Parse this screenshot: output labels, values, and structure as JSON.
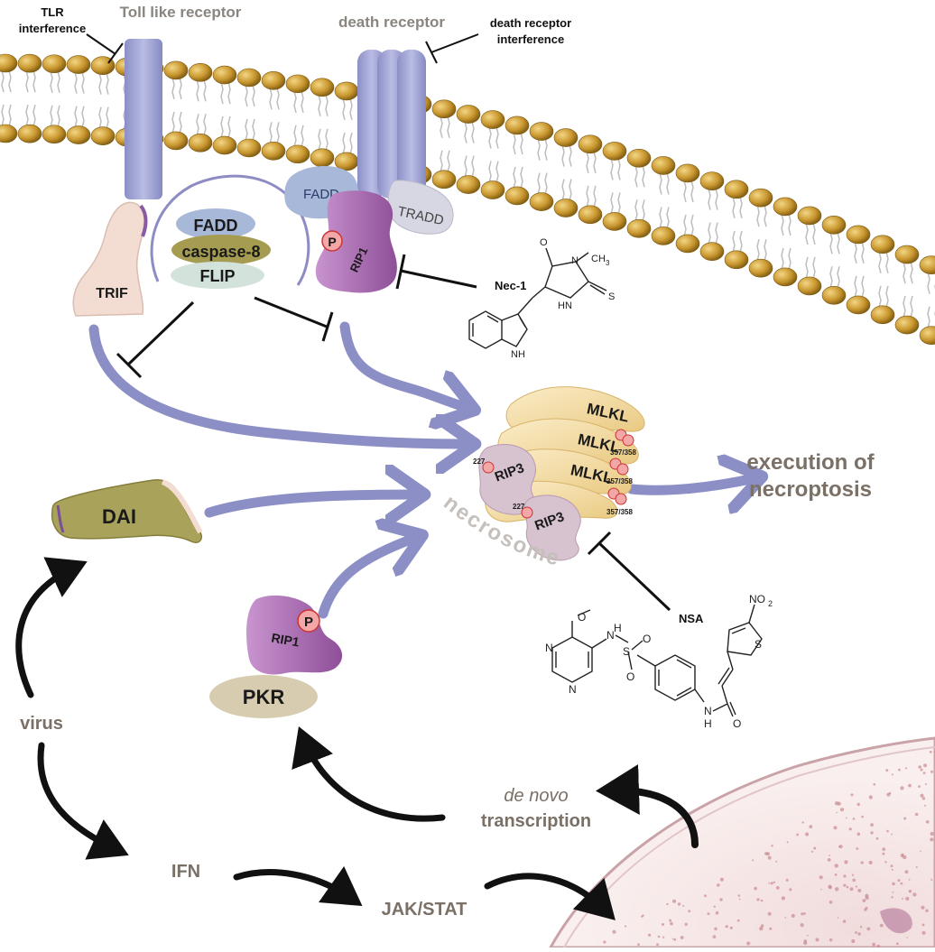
{
  "diagram": {
    "receptors": {
      "tlr": "Toll like receptor",
      "death": "death receptor"
    },
    "interference": {
      "tlr": [
        "TLR",
        "interference"
      ],
      "death": [
        "death receptor",
        "interference"
      ]
    },
    "proteins": {
      "trif": "TRIF",
      "fadd_complex": "FADD",
      "caspase8": "caspase-8",
      "flip": "FLIP",
      "fadd": "FADD",
      "tradd": "TRADD",
      "rip1_top": "RIP1",
      "rip1_bottom": "RIP1",
      "pkr": "PKR",
      "dai": "DAI",
      "mlkl_1": "MLKL",
      "mlkl_2": "MLKL",
      "mlkl_3": "MLKL",
      "rip3_1": "RIP3",
      "rip3_2": "RIP3"
    },
    "phospho": {
      "symbol": "P",
      "mlkl_site": "357/358",
      "rip3_site": "227"
    },
    "inhibitors": {
      "nec1": "Nec-1",
      "nsa": "NSA"
    },
    "chem_nec1": {
      "ch3": "CH",
      "ch3_sub": "3",
      "n1": "N",
      "hn": "HN",
      "o": "O",
      "s": "S",
      "nh": "NH"
    },
    "chem_nsa": {
      "no2": "NO",
      "no2_sub": "2",
      "s_thio": "S",
      "nh_sulf": "N",
      "h_sulf": "H",
      "s_sulf": "S",
      "o1": "O",
      "o2": "O",
      "ome": "O",
      "n_a": "N",
      "n_b": "N",
      "amide_n": "N",
      "amide_h": "H",
      "amide_o": "O"
    },
    "complex": "necrosome",
    "outcome": [
      "execution of",
      "necroptosis"
    ],
    "pathway": {
      "virus": "virus",
      "ifn": "IFN",
      "jakstat": "JAK/STAT",
      "denovo": "de novo",
      "transcription": "transcription"
    },
    "colors": {
      "arrow": "#8c8fc6",
      "receptor": "#9ea2d3",
      "membrane_head": "#c8962e",
      "rip1": "#a86cb0",
      "mlkl": "#f3d79c",
      "rip3": "#c9afc2",
      "dai": "#a9a25a",
      "pkr": "#d8ccb0",
      "nucleus": "#f4e6e6"
    }
  }
}
